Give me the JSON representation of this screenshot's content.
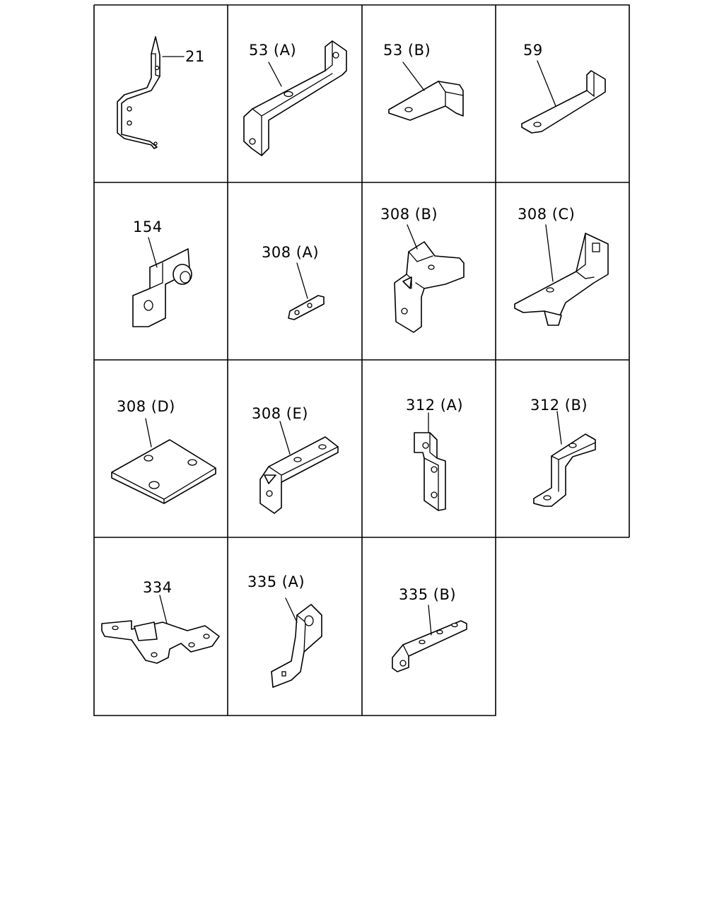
{
  "diagram": {
    "parts": [
      {
        "label": "21"
      },
      {
        "label": "53 (A)"
      },
      {
        "label": "53 (B)"
      },
      {
        "label": "59"
      },
      {
        "label": "154"
      },
      {
        "label": "308 (A)"
      },
      {
        "label": "308 (B)"
      },
      {
        "label": "308 (C)"
      },
      {
        "label": "308 (D)"
      },
      {
        "label": "308 (E)"
      },
      {
        "label": "312 (A)"
      },
      {
        "label": "312 (B)"
      },
      {
        "label": "334"
      },
      {
        "label": "335 (A)"
      },
      {
        "label": "335 (B)"
      }
    ]
  }
}
